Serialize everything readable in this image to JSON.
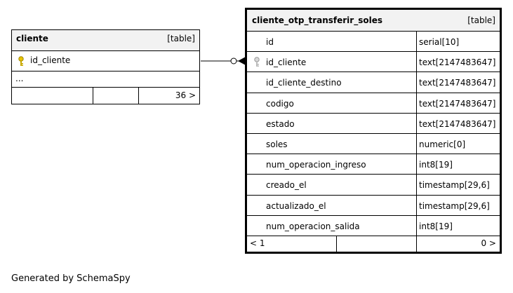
{
  "tables": {
    "cliente": {
      "name": "cliente",
      "type_label": "[table]",
      "columns": [
        {
          "name": "id_cliente",
          "key": true
        }
      ],
      "ellipsis": "...",
      "children_count": "36 >"
    },
    "transfer": {
      "name": "cliente_otp_transferir_soles",
      "type_label": "[table]",
      "columns": [
        {
          "name": "id",
          "type": "serial[10]"
        },
        {
          "name": "id_cliente",
          "type": "text[2147483647]",
          "key": true
        },
        {
          "name": "id_cliente_destino",
          "type": "text[2147483647]"
        },
        {
          "name": "codigo",
          "type": "text[2147483647]"
        },
        {
          "name": "estado",
          "type": "text[2147483647]"
        },
        {
          "name": "soles",
          "type": "numeric[0]"
        },
        {
          "name": "num_operacion_ingreso",
          "type": "int8[19]"
        },
        {
          "name": "creado_el",
          "type": "timestamp[29,6]"
        },
        {
          "name": "actualizado_el",
          "type": "timestamp[29,6]"
        },
        {
          "name": "num_operacion_salida",
          "type": "int8[19]"
        }
      ],
      "parents_count": "< 1",
      "children_count": "0 >"
    }
  },
  "footer": "Generated by SchemaSpy"
}
